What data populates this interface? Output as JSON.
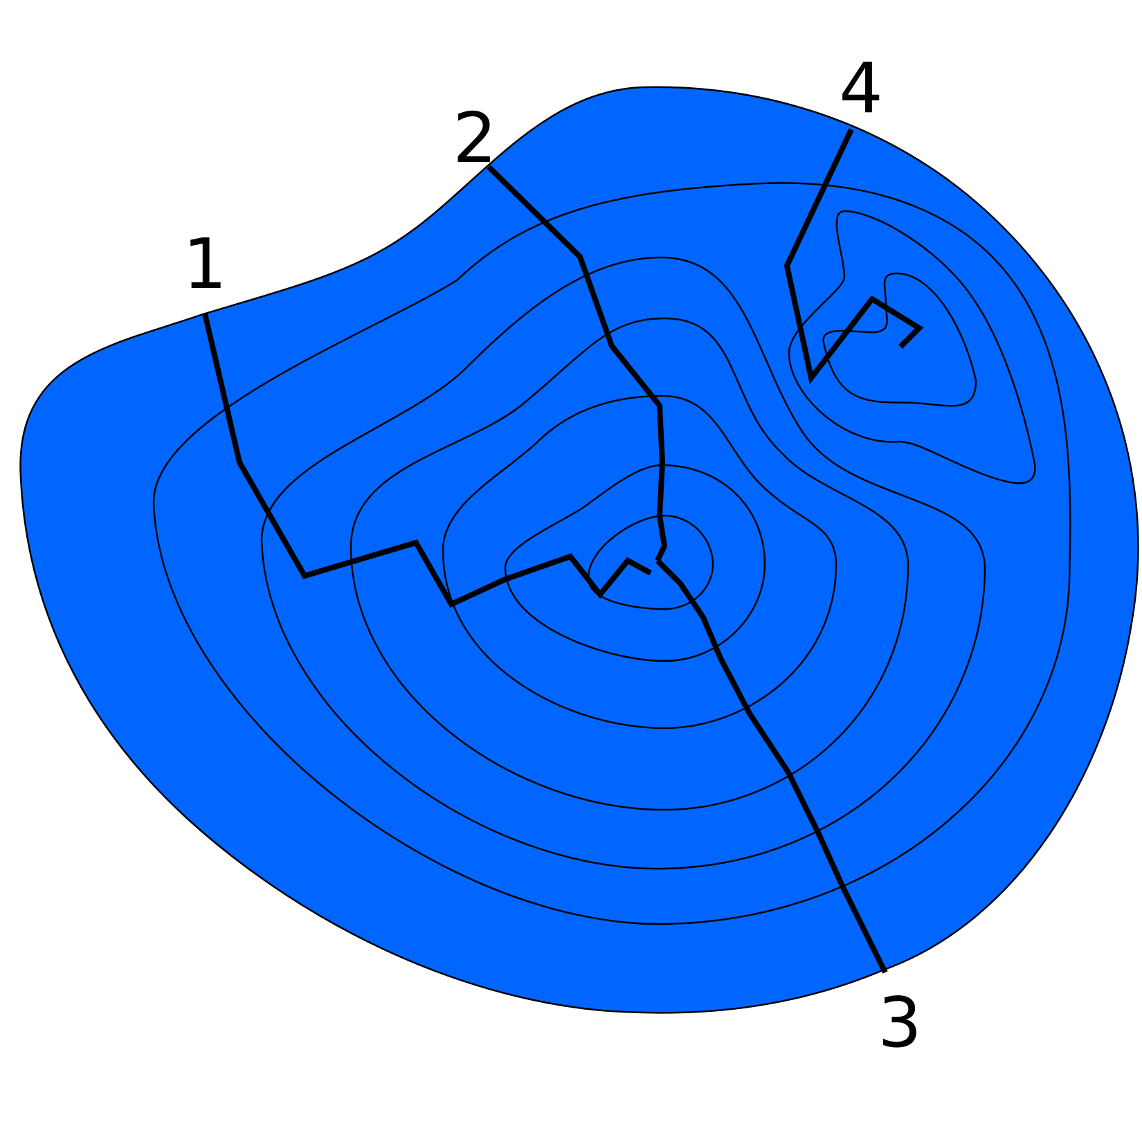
{
  "diagram": {
    "colors": {
      "land": "#0066ff",
      "outline": "#000000",
      "background": "#ffffff"
    },
    "routes": [
      {
        "id": "route-1",
        "label": "1"
      },
      {
        "id": "route-2",
        "label": "2"
      },
      {
        "id": "route-3",
        "label": "3"
      },
      {
        "id": "route-4",
        "label": "4"
      }
    ]
  }
}
